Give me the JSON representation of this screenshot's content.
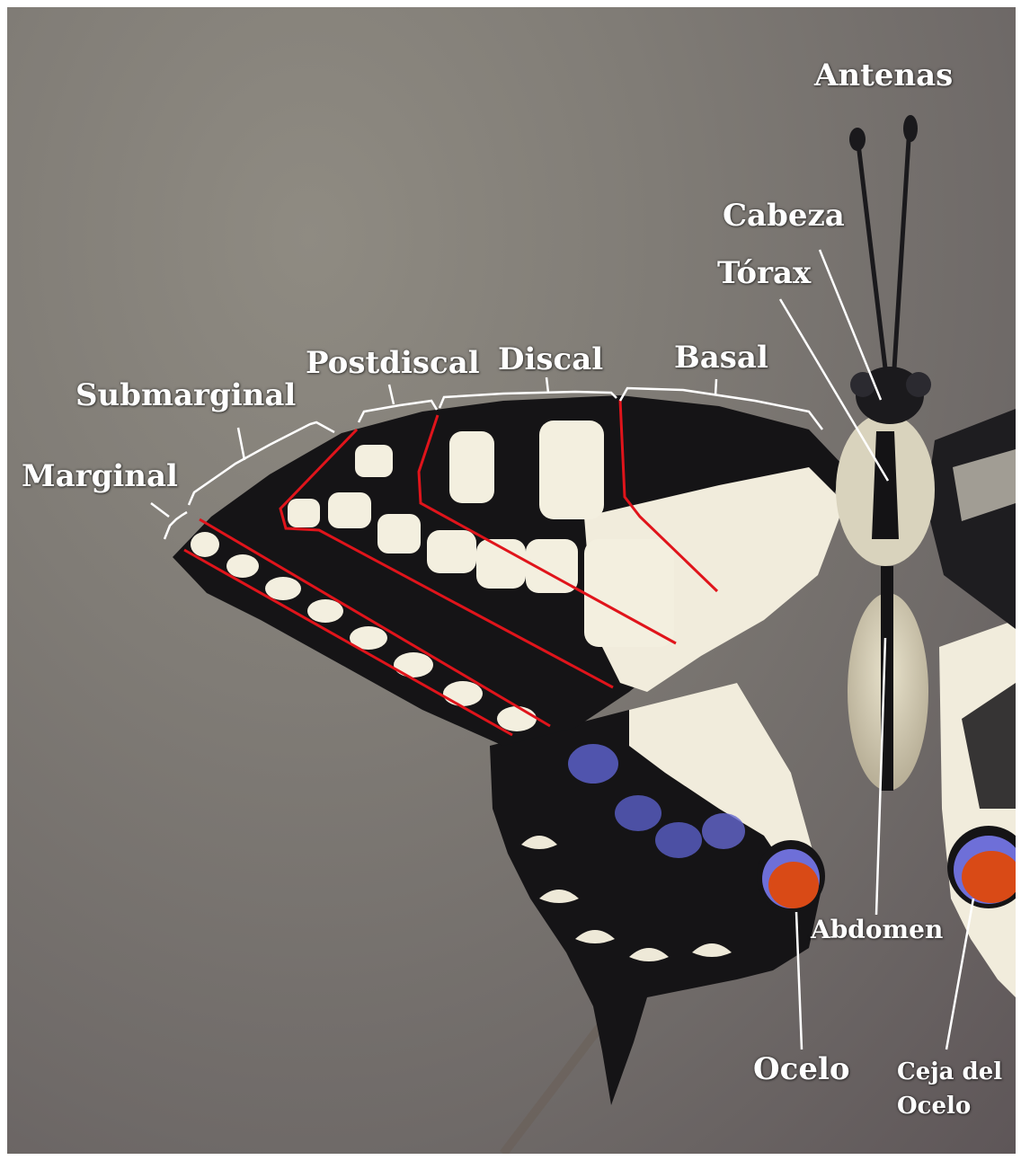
{
  "labels": {
    "antenas": "Antenas",
    "cabeza": "Cabeza",
    "torax": "Tórax",
    "basal": "Basal",
    "discal": "Discal",
    "postdiscal": "Postdiscal",
    "submarginal": "Submarginal",
    "marginal": "Marginal",
    "abdomen": "Abdomen",
    "ocelo": "Ocelo",
    "ceja_line1": "Ceja del",
    "ceja_line2": "Ocelo"
  },
  "colors": {
    "background": "#7a7572",
    "wing_black": "#151416",
    "wing_cream": "#f3efdf",
    "region_line": "#e0141b",
    "ocelo_orange": "#d94a16",
    "ocelo_blue": "#6e6fd8",
    "label_text": "#ffffff"
  }
}
